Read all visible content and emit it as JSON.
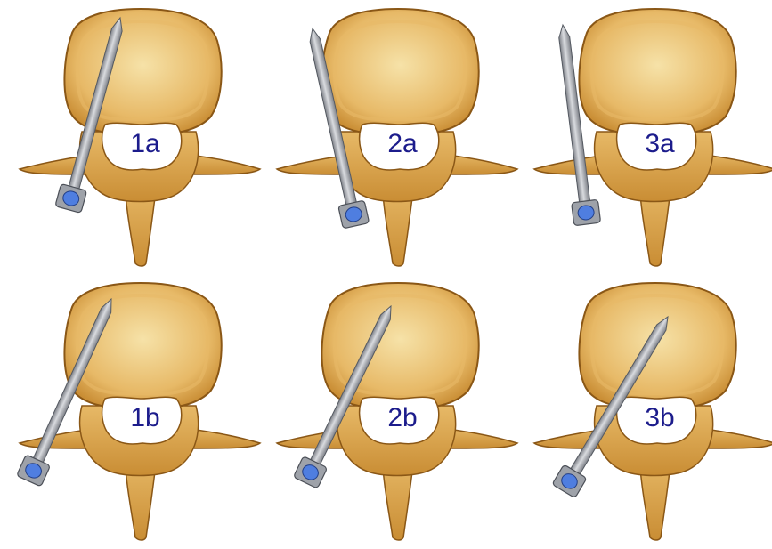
{
  "colors": {
    "bone_light": "#f6e2a8",
    "bone_mid": "#e7b967",
    "bone_dark": "#c98d34",
    "bone_edge": "#8a5716",
    "canal": "#ffffff",
    "screw_light": "#d9dbdf",
    "screw_dark": "#7d8087",
    "screw_head": "#4f7ee0",
    "label": "#1c1c8c"
  },
  "panels": [
    {
      "label": "1a",
      "screw_variant": "1a"
    },
    {
      "label": "2a",
      "screw_variant": "2a"
    },
    {
      "label": "3a",
      "screw_variant": "3a"
    },
    {
      "label": "1b",
      "screw_variant": "1b"
    },
    {
      "label": "2b",
      "screw_variant": "2b"
    },
    {
      "label": "3b",
      "screw_variant": "3b"
    }
  ]
}
